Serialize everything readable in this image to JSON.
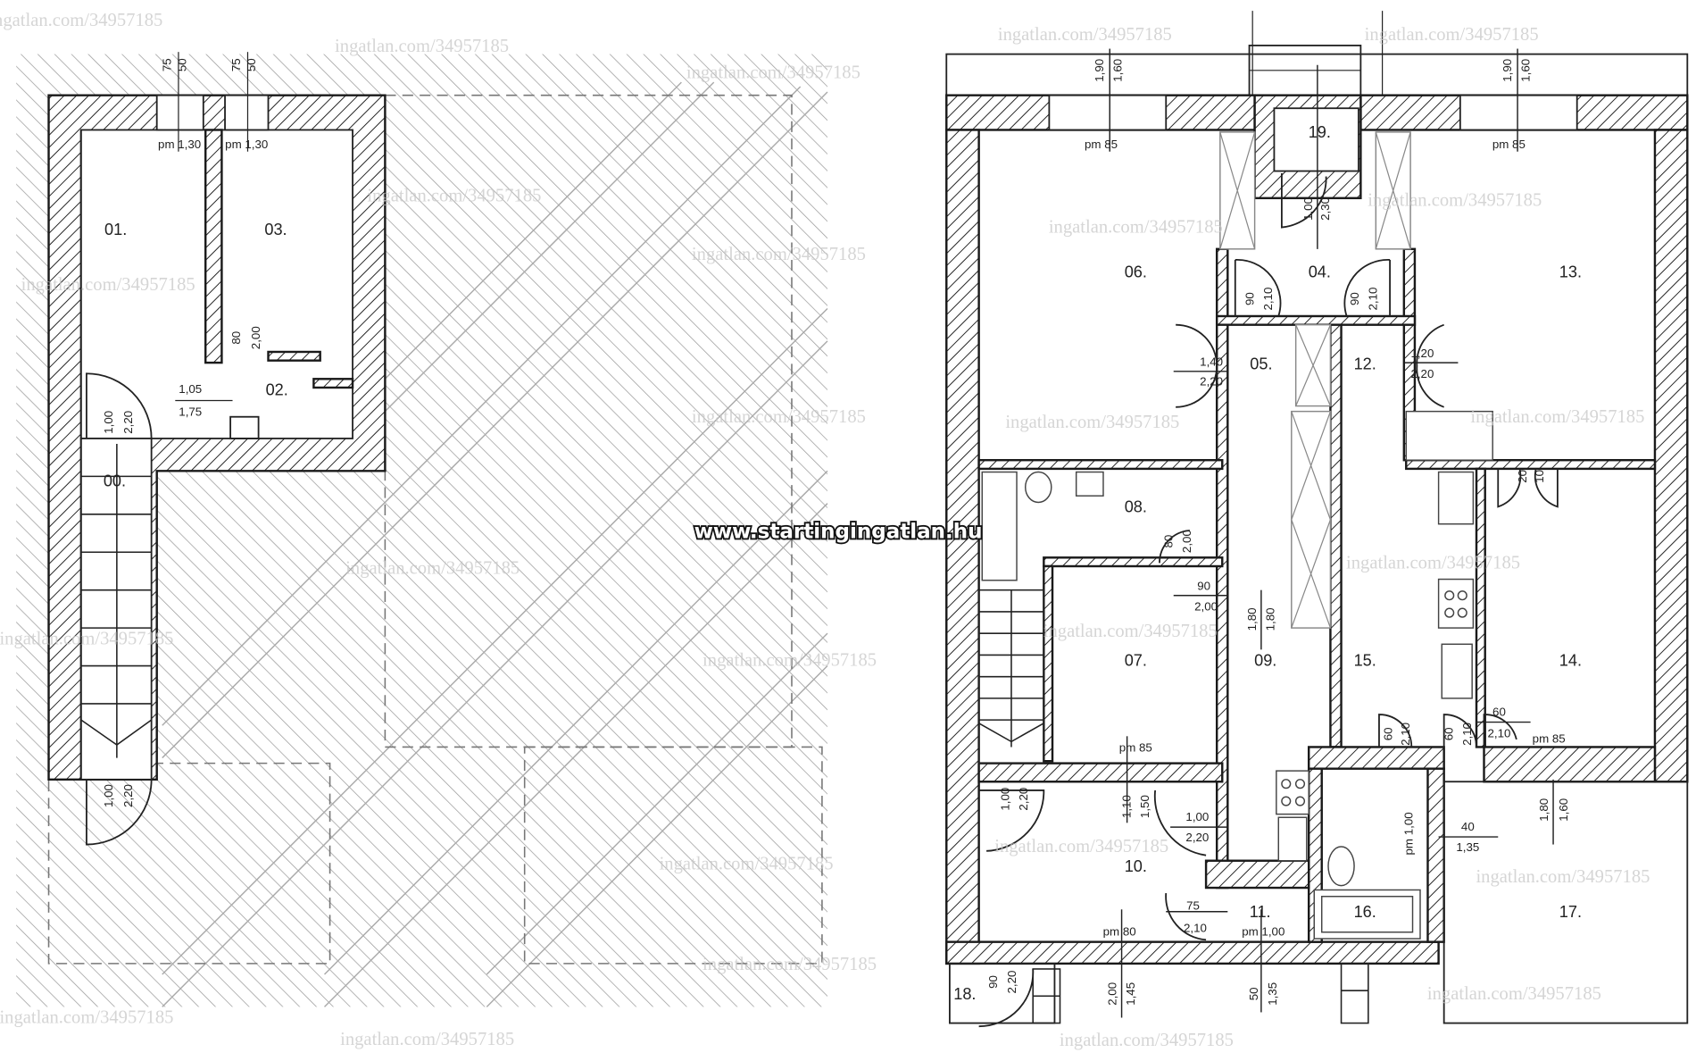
{
  "site_watermark": "www.startingingatlan.hu",
  "listing_watermark": "ingatlan.com/34957185",
  "basement": {
    "rooms": [
      "00.",
      "01.",
      "02.",
      "03."
    ],
    "dims": [
      "75",
      "50",
      "75",
      "50",
      "pm 1,30",
      "pm 1,30",
      "80",
      "2,00",
      "1,05",
      "1,75",
      "1,00",
      "2,20",
      "1,00",
      "2,20"
    ]
  },
  "ground_floor": {
    "rooms": [
      "04.",
      "05.",
      "06.",
      "07.",
      "08.",
      "09.",
      "10.",
      "11.",
      "12.",
      "13.",
      "14.",
      "15.",
      "16.",
      "17.",
      "18.",
      "19."
    ],
    "dims": [
      "1,90",
      "1,60",
      "pm 85",
      "1,90",
      "1,60",
      "pm 85",
      "1,00",
      "2,30",
      "90",
      "2,10",
      "90",
      "2,10",
      "1,40",
      "2,20",
      "1,20",
      "2,20",
      "20",
      "10",
      "80",
      "2,00",
      "90",
      "2,00",
      "1,80",
      "1,80",
      "pm 85",
      "60",
      "2,10",
      "60",
      "2,10",
      "60",
      "2,10",
      "pm 85",
      "1,00",
      "2,20",
      "1,10",
      "1,50",
      "1,00",
      "2,20",
      "pm 1,00",
      "40",
      "1,35",
      "1,80",
      "1,60",
      "75",
      "2,10",
      "pm 80",
      "pm 1,00",
      "90",
      "2,20",
      "2,00",
      "1,45",
      "50",
      "1,35"
    ]
  },
  "colors": {
    "line": "#1a1a1a",
    "watermark": "#c8c8c8"
  }
}
